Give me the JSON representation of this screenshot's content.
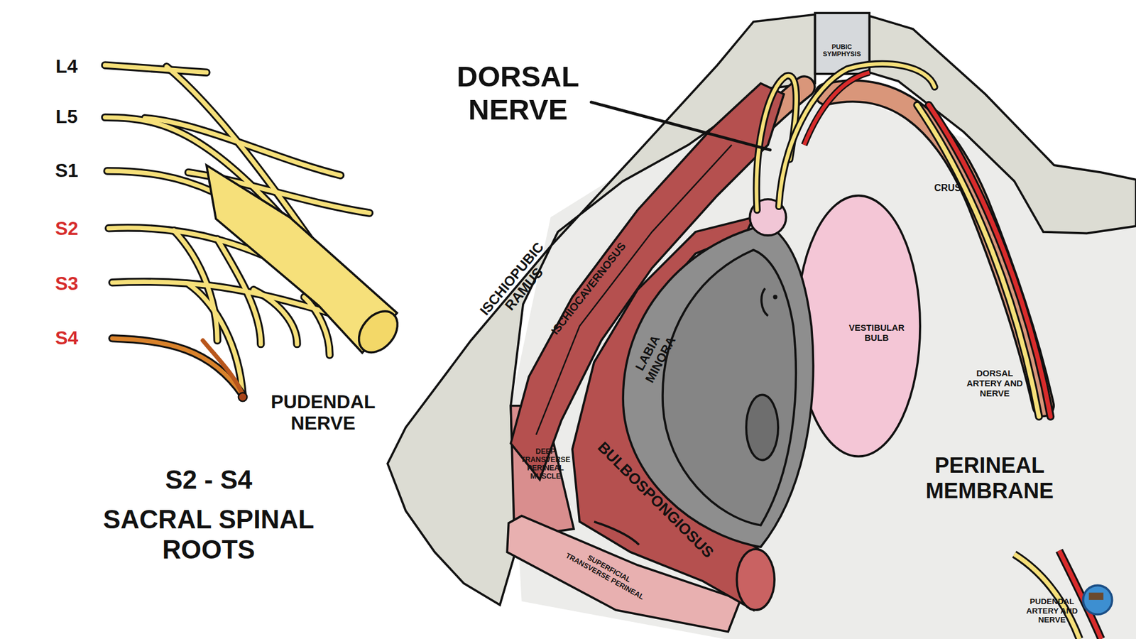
{
  "diagram": {
    "labels": [
      "L4",
      "L5",
      "S1",
      "S2",
      "S3",
      "S4",
      "DORSAL NERVE",
      "PUBIC SYMPHYSIS",
      "ISCHIOPUBIC RAMUS",
      "ISCHIOCAVERNOSUS",
      "LABIA MINORA",
      "CRUS",
      "VESTIBULAR BULB",
      "DORSAL ARTERY AND NERVE",
      "PUDENDAL NERVE",
      "DEEP TRANSVERSE PERINEAL MUSCLE",
      "BULBOSPONGIOSUS",
      "PERINEAL MEMBRANE",
      "S2 - S4",
      "SACRAL SPINAL ROOTS",
      "SUPERFICIAL TRANSVERSE PERINEAL",
      "PUDENDAL ARTERY AND NERVE"
    ]
  }
}
